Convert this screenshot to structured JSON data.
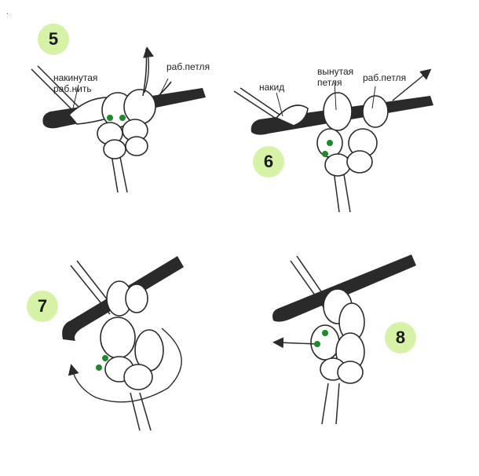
{
  "colors": {
    "badge": "#d6f2a6",
    "hook": "#2a2a2a",
    "yarn_stroke": "#2a2a2a",
    "yarn_fill": "#ffffff",
    "marker_dot": "#1d8a2a"
  },
  "steps": [
    {
      "number": "5",
      "labels": [
        "накинутая\nраб.нить",
        "раб.петля"
      ]
    },
    {
      "number": "6",
      "labels": [
        "накид",
        "вынутая\nпетля",
        "раб.петля"
      ]
    },
    {
      "number": "7",
      "labels": []
    },
    {
      "number": "8",
      "labels": []
    }
  ],
  "icons": [
    "crochet-hook-icon",
    "yarn-loop-icon",
    "direction-arrow-icon",
    "marker-dot-icon"
  ],
  "stray_mark": "."
}
